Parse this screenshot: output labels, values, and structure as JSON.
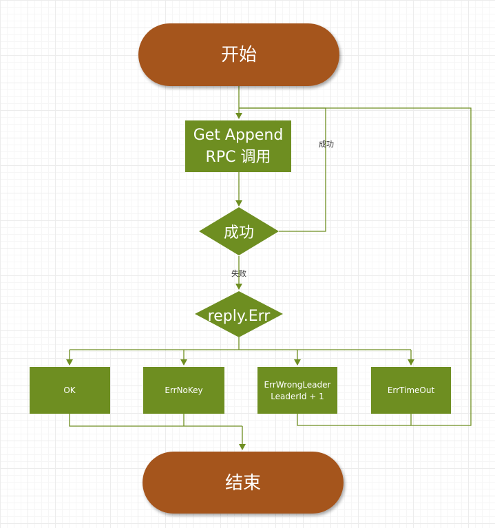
{
  "colors": {
    "terminal_fill": "#a5541f",
    "process_fill": "#6e8e21",
    "connector": "#6e8e21",
    "text": "#ffffff"
  },
  "nodes": {
    "start": "开始",
    "get_append_line1": "Get Append",
    "get_append_line2": "RPC 调用",
    "success_decision": "成功",
    "reply_err": "reply.Err",
    "ok": "OK",
    "err_no_key": "ErrNoKey",
    "err_wrong_leader_line1": "ErrWrongLeader",
    "err_wrong_leader_line2": "LeaderId + 1",
    "err_timeout": "ErrTimeOut",
    "end": "结束"
  },
  "edge_labels": {
    "success_loop": "成功",
    "failure": "失败"
  }
}
